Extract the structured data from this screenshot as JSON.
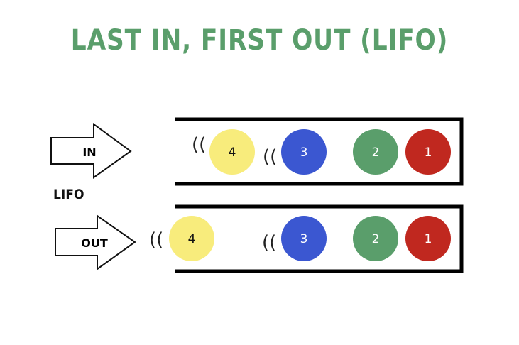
{
  "title": "LAST IN, FIRST OUT (LIFO)",
  "side_label": "LIFO",
  "colors": {
    "title": "#5a9e6b",
    "yellow": "#f8ec7c",
    "blue": "#3b57d1",
    "green": "#5a9e6b",
    "red": "#c0281f",
    "outline": "#000000"
  },
  "rows": [
    {
      "arrow_label": "IN",
      "motion_marks": [
        "((",
        "(("
      ],
      "balls": [
        {
          "label": "4",
          "color": "yellow"
        },
        {
          "label": "3",
          "color": "blue"
        },
        {
          "label": "2",
          "color": "green"
        },
        {
          "label": "1",
          "color": "red"
        }
      ]
    },
    {
      "arrow_label": "OUT",
      "motion_marks": [
        "((",
        "(("
      ],
      "balls": [
        {
          "label": "4",
          "color": "yellow"
        },
        {
          "label": "3",
          "color": "blue"
        },
        {
          "label": "2",
          "color": "green"
        },
        {
          "label": "1",
          "color": "red"
        }
      ]
    }
  ]
}
